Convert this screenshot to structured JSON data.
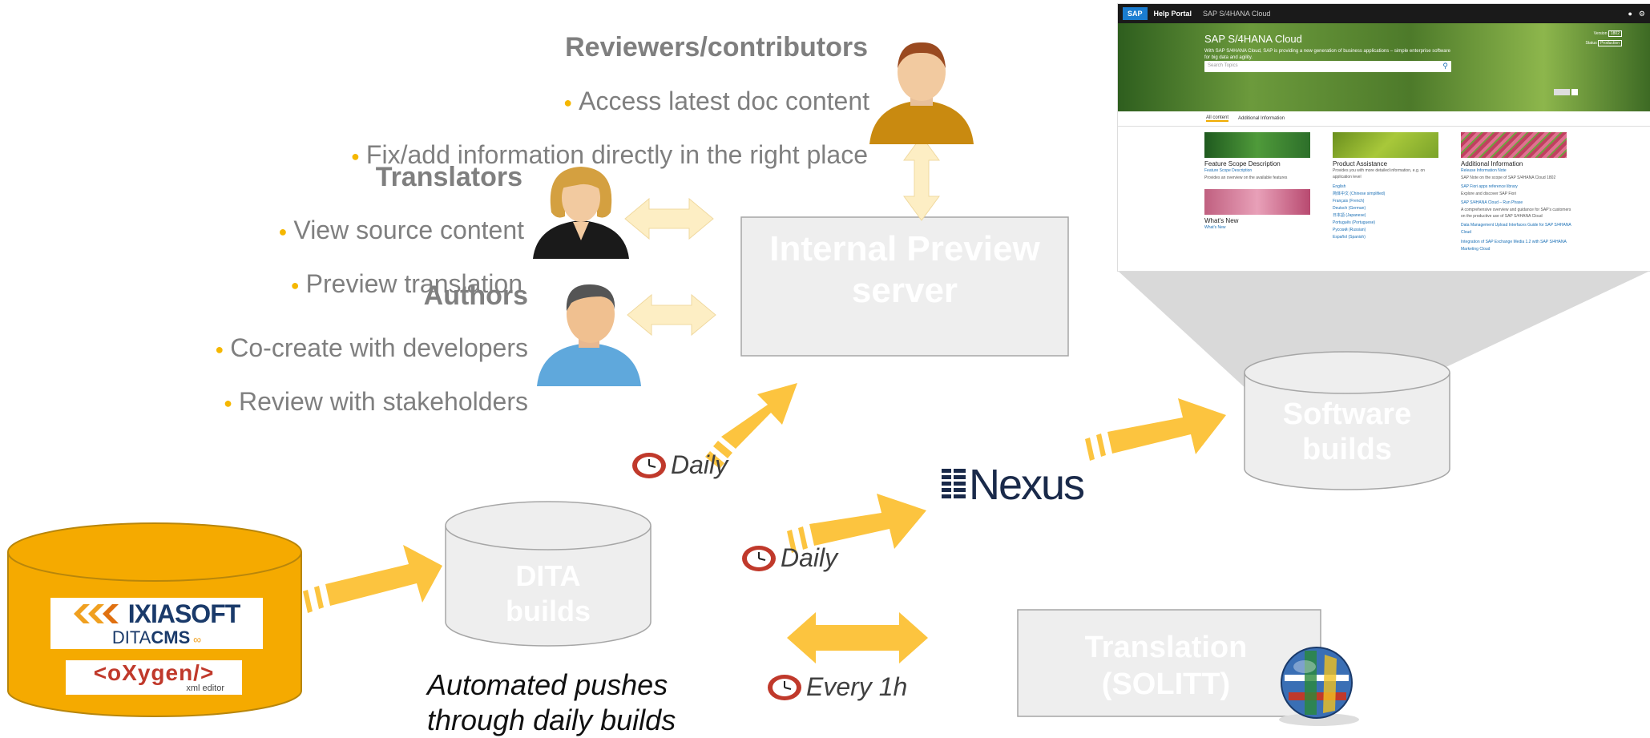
{
  "reviewers": {
    "title": "Reviewers/contributors",
    "bullets": [
      "Access latest doc content",
      "Fix/add information directly in the right place"
    ]
  },
  "translators": {
    "title": "Translators",
    "bullets": [
      "View source content",
      "Preview translation"
    ]
  },
  "authors": {
    "title": "Authors",
    "bullets": [
      "Co-create with developers",
      "Review with stakeholders"
    ]
  },
  "boxes": {
    "preview": "Internal Preview server",
    "software": "Software builds",
    "dita": "DITA builds",
    "translation": "Translation (SOLITT)"
  },
  "tools": {
    "ixiasoft": "IXIASOFT",
    "ditacms_prefix": "DITA",
    "ditacms_suffix": "CMS",
    "oxygen": "<oXygen/>",
    "oxygen_sub": "xml editor"
  },
  "nexus": "Nexus",
  "frequencies": {
    "daily_preview": "Daily",
    "daily_nexus": "Daily",
    "hourly": "Every 1h"
  },
  "caption": "Automated pushes through daily builds",
  "help_portal": {
    "logo": "SAP",
    "nav_title": "Help Portal",
    "nav_product": "SAP S/4HANA Cloud",
    "hero_title": "SAP S/4HANA Cloud",
    "hero_text": "With SAP S/4HANA Cloud, SAP is providing a new generation of business applications – simple enterprise software for big data and agility.",
    "search_placeholder": "Search Topics",
    "version_label": "Version",
    "version_value": "1802",
    "status_label": "Status",
    "status_value": "Production",
    "tabs": [
      "All content",
      "Additional Information"
    ],
    "columns": [
      {
        "heading": "Feature Scope Description",
        "links": [
          "Feature Scope Description",
          "Provides an overview on the available features"
        ],
        "subheading": "What's New",
        "sublinks": [
          "What's New"
        ]
      },
      {
        "heading": "Product Assistance",
        "links": [
          "Provides you with more detailed information, e.g. on application level",
          "English",
          "简体中文 (Chinese simplified)",
          "Français (French)",
          "Deutsch (German)",
          "日本語 (Japanese)",
          "Português (Portuguese)",
          "Русский (Russian)",
          "Español (Spanish)"
        ]
      },
      {
        "heading": "Additional Information",
        "links": [
          "Release Information Note",
          "SAP Note on the scope of SAP S/4HANA Cloud 1802",
          "SAP Fiori apps reference library",
          "Explore and discover SAP Fiori",
          "SAP S/4HANA Cloud – Run Phase",
          "A comprehensive overview and guidance for SAP's customers on the productive use of SAP S/4HANA Cloud",
          "Data Management Upload Interfaces Guide for SAP S/4HANA Cloud",
          "Integration of SAP Exchange Media 1.2 with SAP S/4HANA Marketing Cloud"
        ]
      }
    ]
  },
  "colors": {
    "arrow": "#fcc43f",
    "arrow_light": "#fdeec4",
    "box_fill": "#eeeeee",
    "repo_fill": "#f5aa00",
    "heading_text": "#7f7f7f",
    "bullet_dot": "#f5b700"
  }
}
